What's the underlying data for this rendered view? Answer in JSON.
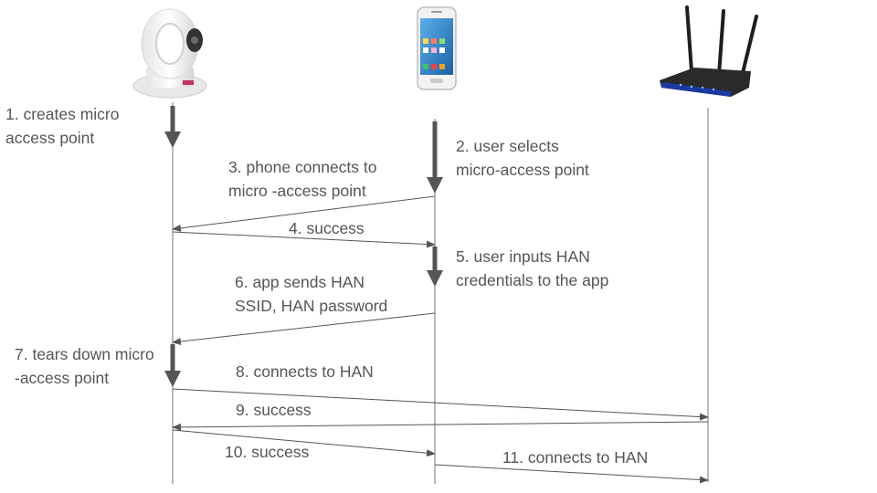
{
  "colors": {
    "line": "#555555",
    "text": "#555555",
    "lifeline": "#777777"
  },
  "participants": [
    {
      "id": "camera",
      "icon": "camera-icon"
    },
    {
      "id": "phone",
      "icon": "smartphone-icon"
    },
    {
      "id": "router",
      "icon": "router-icon"
    }
  ],
  "steps": {
    "s1": "1. creates micro\naccess point",
    "s2": "2. user selects\nmicro-access point",
    "s3": "3. phone connects to\nmicro -access point",
    "s4": "4. success",
    "s5": "5. user inputs HAN\ncredentials to the app",
    "s6": "6. app sends HAN\nSSID, HAN password",
    "s7": "7. tears down micro\n-access point",
    "s8": "8. connects to HAN",
    "s9": "9. success",
    "s10": "10. success",
    "s11": "11. connects to HAN"
  }
}
